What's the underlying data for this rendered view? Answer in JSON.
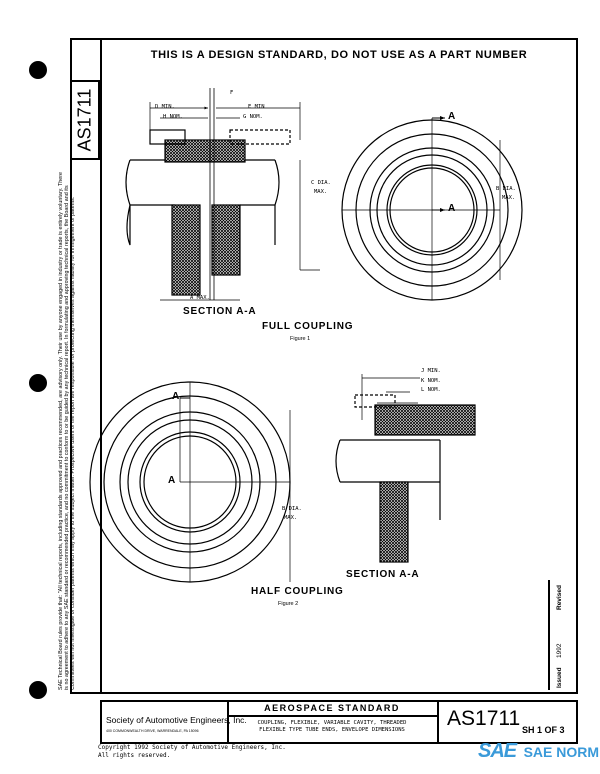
{
  "document": {
    "heading": "THIS IS A DESIGN STANDARD, DO NOT USE AS A PART NUMBER",
    "doc_number": "AS1711",
    "disclaimer": "SAE Technical Board rules provide that: \"All technical reports, including standards approved and practices recommended, are advisory only. Their use by anyone engaged in industry or trade is entirely voluntary. There is no agreement to adhere to any SAE standard or recommended practice, and no commitment to conform to or be guided by any technical report. In formulating and approving technical reports, the Board and its Committees will not investigate or consider patents which may apply to the subject matter. Prospective users of the report are responsible for protecting themselves against liability for infringement of patents.\"",
    "issued_label": "Issued",
    "issued_date": "1992",
    "revised_label": "Revised"
  },
  "figure1": {
    "labels": {
      "d_min": "D MIN.",
      "h_nom": "H NOM.",
      "f": "F",
      "e_min": "E MIN",
      "g_nom": "G NOM.",
      "c_dia": "C DIA.",
      "c_max": "MAX.",
      "a_max": "A MAX.",
      "b_dia": "B DIA.",
      "b_max": "MAX.",
      "section_arrow": "A"
    },
    "section_caption": "SECTION A-A",
    "caption": "FULL COUPLING",
    "figure_label": "Figure 1"
  },
  "figure2": {
    "labels": {
      "j_min": "J MIN.",
      "k_nom": "K NOM.",
      "l_nom": "L NOM.",
      "b_dia": "B DIA.",
      "b_max": "MAX.",
      "section_arrow": "A"
    },
    "section_caption": "SECTION A-A",
    "caption": "HALF COUPLING",
    "figure_label": "Figure 2"
  },
  "title_block": {
    "org_name": "Society of Automotive Engineers, Inc.",
    "org_address": "400 COMMONWEALTH DRIVE, WARRENDALE, PA 15096",
    "category": "AEROSPACE STANDARD",
    "title_line1": "COUPLING, FLEXIBLE, VARIABLE CAVITY, THREADED",
    "title_line2": "FLEXIBLE TYPE TUBE ENDS, ENVELOPE DIMENSIONS",
    "doc_number": "AS1711",
    "sheet": "SH 1 OF 3"
  },
  "footer": {
    "copyright": "Copyright 1992 Society of Automotive Engineers, Inc.",
    "rights": "All rights reserved."
  },
  "watermark": {
    "logo_text": "SAE",
    "brand": "SAE NORM",
    "color": "#3a9ad9"
  }
}
